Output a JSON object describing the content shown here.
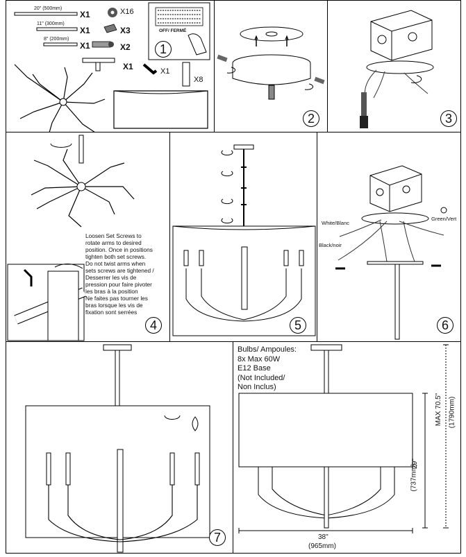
{
  "steps": {
    "s1": "1",
    "s2": "2",
    "s3": "3",
    "s4": "4",
    "s5": "5",
    "s6": "6",
    "s7": "7"
  },
  "parts": {
    "rod_20": "20\" (500mm)",
    "rod_11": "11\" (300mm)",
    "rod_8": "8\" (200mm)",
    "qty_rod_20": "X1",
    "qty_rod_11": "X1",
    "qty_rod_8": "X1",
    "qty_nut": "X16",
    "qty_wire_nut": "X3",
    "qty_screw": "X2",
    "qty_coupler": "X1",
    "qty_allen_key": "X1",
    "qty_sleeve": "X8",
    "power_switch": "OFF/  FERMÉ"
  },
  "step4_note": [
    "Loosen Set Screws to",
    "rotate arms to desired",
    "position. Once in positions",
    "tighten both set screws.",
    "Do not twist arms when",
    "sets screws are tightened /",
    "Desserrer les vis de",
    "pression pour faire pivoter",
    "les bras à la position",
    "Ne faites pas tourner les",
    "bras lorsque les vis de",
    "fixation sont serrées"
  ],
  "wires": {
    "white": "White/Blanc",
    "black": "Black/noir",
    "green": "Green/Vert"
  },
  "bulbs": [
    "Bulbs/ Ampoules:",
    "8x Max 60W",
    "E12 Base",
    "(Not Included/",
    "Non Inclus)"
  ],
  "dimensions": {
    "width_in": "38\"",
    "width_mm": "(965mm)",
    "height_in": "29\"",
    "height_mm": "(737mm)",
    "max_in": "MAX 70.5\"",
    "max_mm": "(1790mm)"
  }
}
